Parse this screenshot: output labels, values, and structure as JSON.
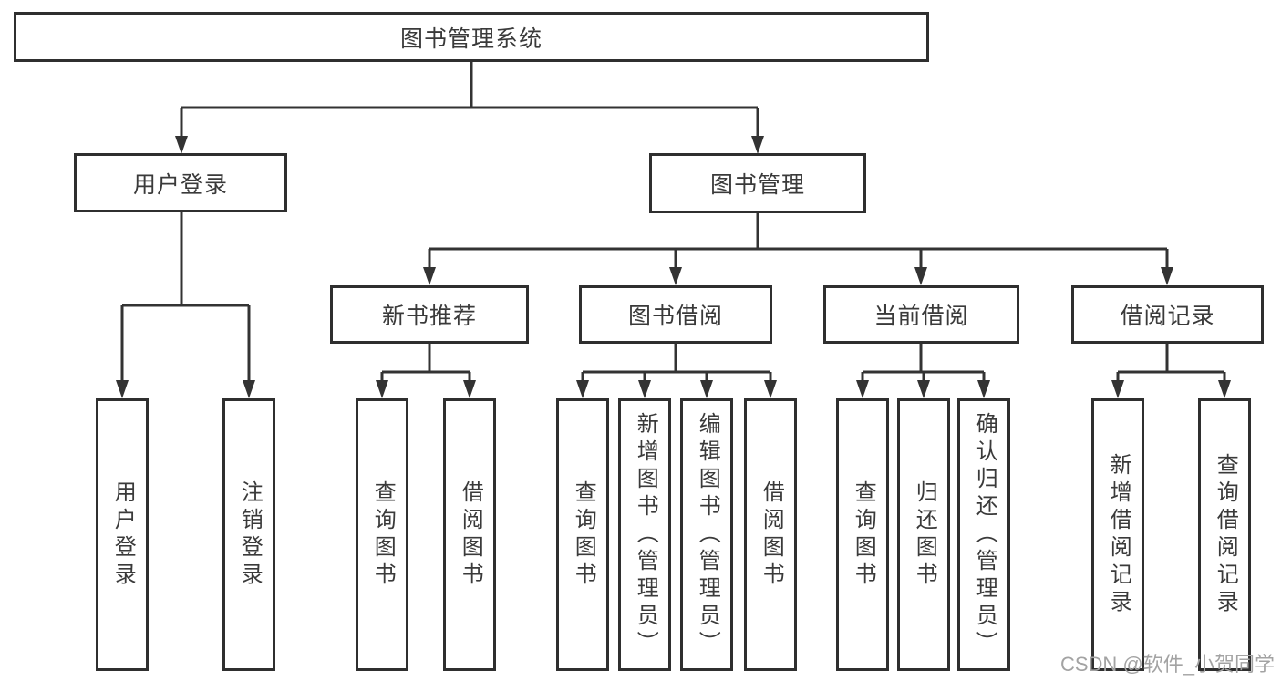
{
  "colors": {
    "line": "#333333",
    "box_border": "#2f2f2f",
    "text": "#3a3a3a",
    "watermark": "#a3a3a3",
    "background": "#ffffff"
  },
  "watermark": "CSDN @软件_小贺同学",
  "tree": {
    "root": {
      "label": "图书管理系统",
      "children": [
        {
          "label": "用户登录",
          "children": [
            {
              "label": "用户登录"
            },
            {
              "label": "注销登录"
            }
          ]
        },
        {
          "label": "图书管理",
          "children": [
            {
              "label": "新书推荐",
              "children": [
                {
                  "label": "查询图书"
                },
                {
                  "label": "借阅图书"
                }
              ]
            },
            {
              "label": "图书借阅",
              "children": [
                {
                  "label": "查询图书"
                },
                {
                  "label": "新增图书（管理员）"
                },
                {
                  "label": "编辑图书（管理员）"
                },
                {
                  "label": "借阅图书"
                }
              ]
            },
            {
              "label": "当前借阅",
              "children": [
                {
                  "label": "查询图书"
                },
                {
                  "label": "归还图书"
                },
                {
                  "label": "确认归还（管理员）"
                }
              ]
            },
            {
              "label": "借阅记录",
              "children": [
                {
                  "label": "新增借阅记录"
                },
                {
                  "label": "查询借阅记录"
                }
              ]
            }
          ]
        }
      ]
    }
  }
}
